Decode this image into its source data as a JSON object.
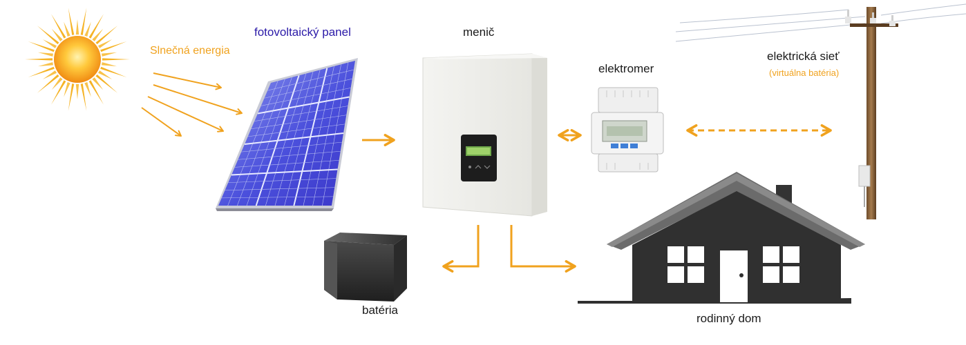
{
  "labels": {
    "sun_energy": "Slnečná energia",
    "pv_panel": "fotovoltaický panel",
    "inverter": "menič",
    "meter": "elektromer",
    "grid": "elektrická sieť",
    "grid_note": "(virtuálna batéria)",
    "battery": "batéria",
    "house": "rodinný dom"
  },
  "colors": {
    "arrow": "#f0a21e",
    "pv_label": "#2b1aa8",
    "sun_label": "#f0a21e",
    "sun_core": "#f5a623",
    "house": "#2f2f2f",
    "panel_cells": "#4a4bd8",
    "inverter_body": "#eeeee9",
    "battery": "#3a3a3a"
  },
  "icons": [
    "sun-icon",
    "solar-panel-icon",
    "inverter-icon",
    "electricity-meter-icon",
    "utility-pole-icon",
    "battery-icon",
    "house-icon"
  ]
}
